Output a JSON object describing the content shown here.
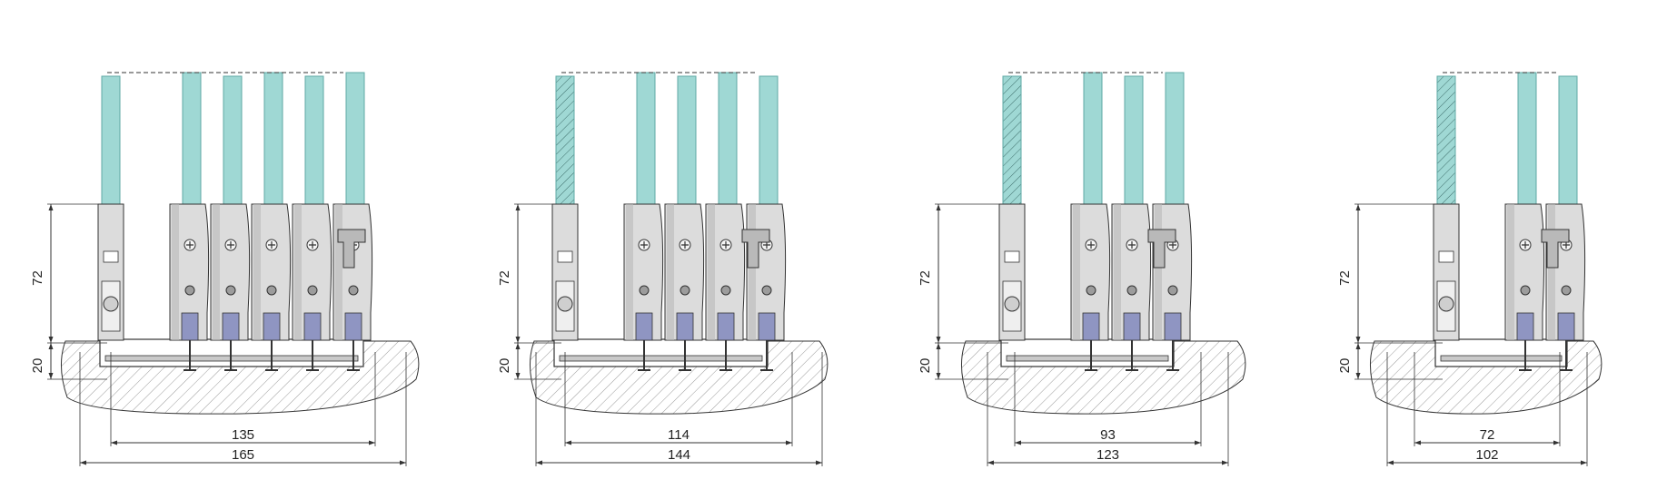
{
  "sections": [
    {
      "id": "six-track",
      "panels": 6,
      "height_label": "72",
      "base_label": "20",
      "inner_width_label": "135",
      "outer_width_label": "165"
    },
    {
      "id": "five-track",
      "panels": 5,
      "height_label": "72",
      "base_label": "20",
      "inner_width_label": "114",
      "outer_width_label": "144"
    },
    {
      "id": "four-track",
      "panels": 4,
      "height_label": "72",
      "base_label": "20",
      "inner_width_label": "93",
      "outer_width_label": "123"
    },
    {
      "id": "three-track",
      "panels": 3,
      "height_label": "72",
      "base_label": "20",
      "inner_width_label": "72",
      "outer_width_label": "102"
    }
  ],
  "colors": {
    "glass": "#9fd8d4",
    "glass_edge": "#5fa9a5",
    "carriage": "#dcdcdc",
    "carriage_shade": "#b9b9b9",
    "roller": "#8f95c2",
    "line": "#333333",
    "hatch": "#9a9a9a"
  }
}
